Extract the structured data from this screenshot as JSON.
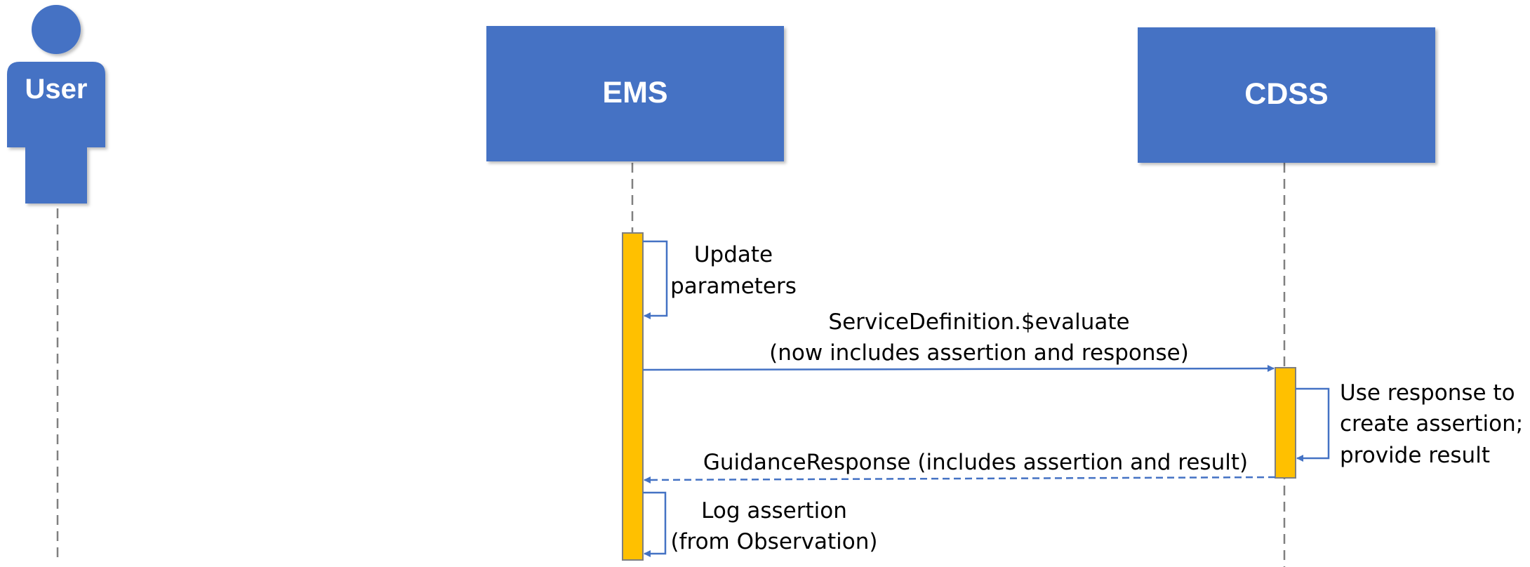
{
  "actor": {
    "label": "User"
  },
  "participants": [
    {
      "id": "ems",
      "label": "EMS"
    },
    {
      "id": "cdss",
      "label": "CDSS"
    }
  ],
  "messages": {
    "update": [
      "Update",
      "parameters"
    ],
    "evaluate": [
      "ServiceDefinition.$evaluate",
      "(now includes assertion and response)"
    ],
    "use_response": [
      "Use response to",
      "create assertion;",
      "provide result"
    ],
    "guidance": [
      "GuidanceResponse (includes assertion and result)"
    ],
    "log": [
      "Log assertion",
      "(from Observation)"
    ]
  },
  "colors": {
    "box": "#4472C4",
    "activation": "#FFC000",
    "arrow": "#4472C4",
    "lifeline": "#808080"
  }
}
